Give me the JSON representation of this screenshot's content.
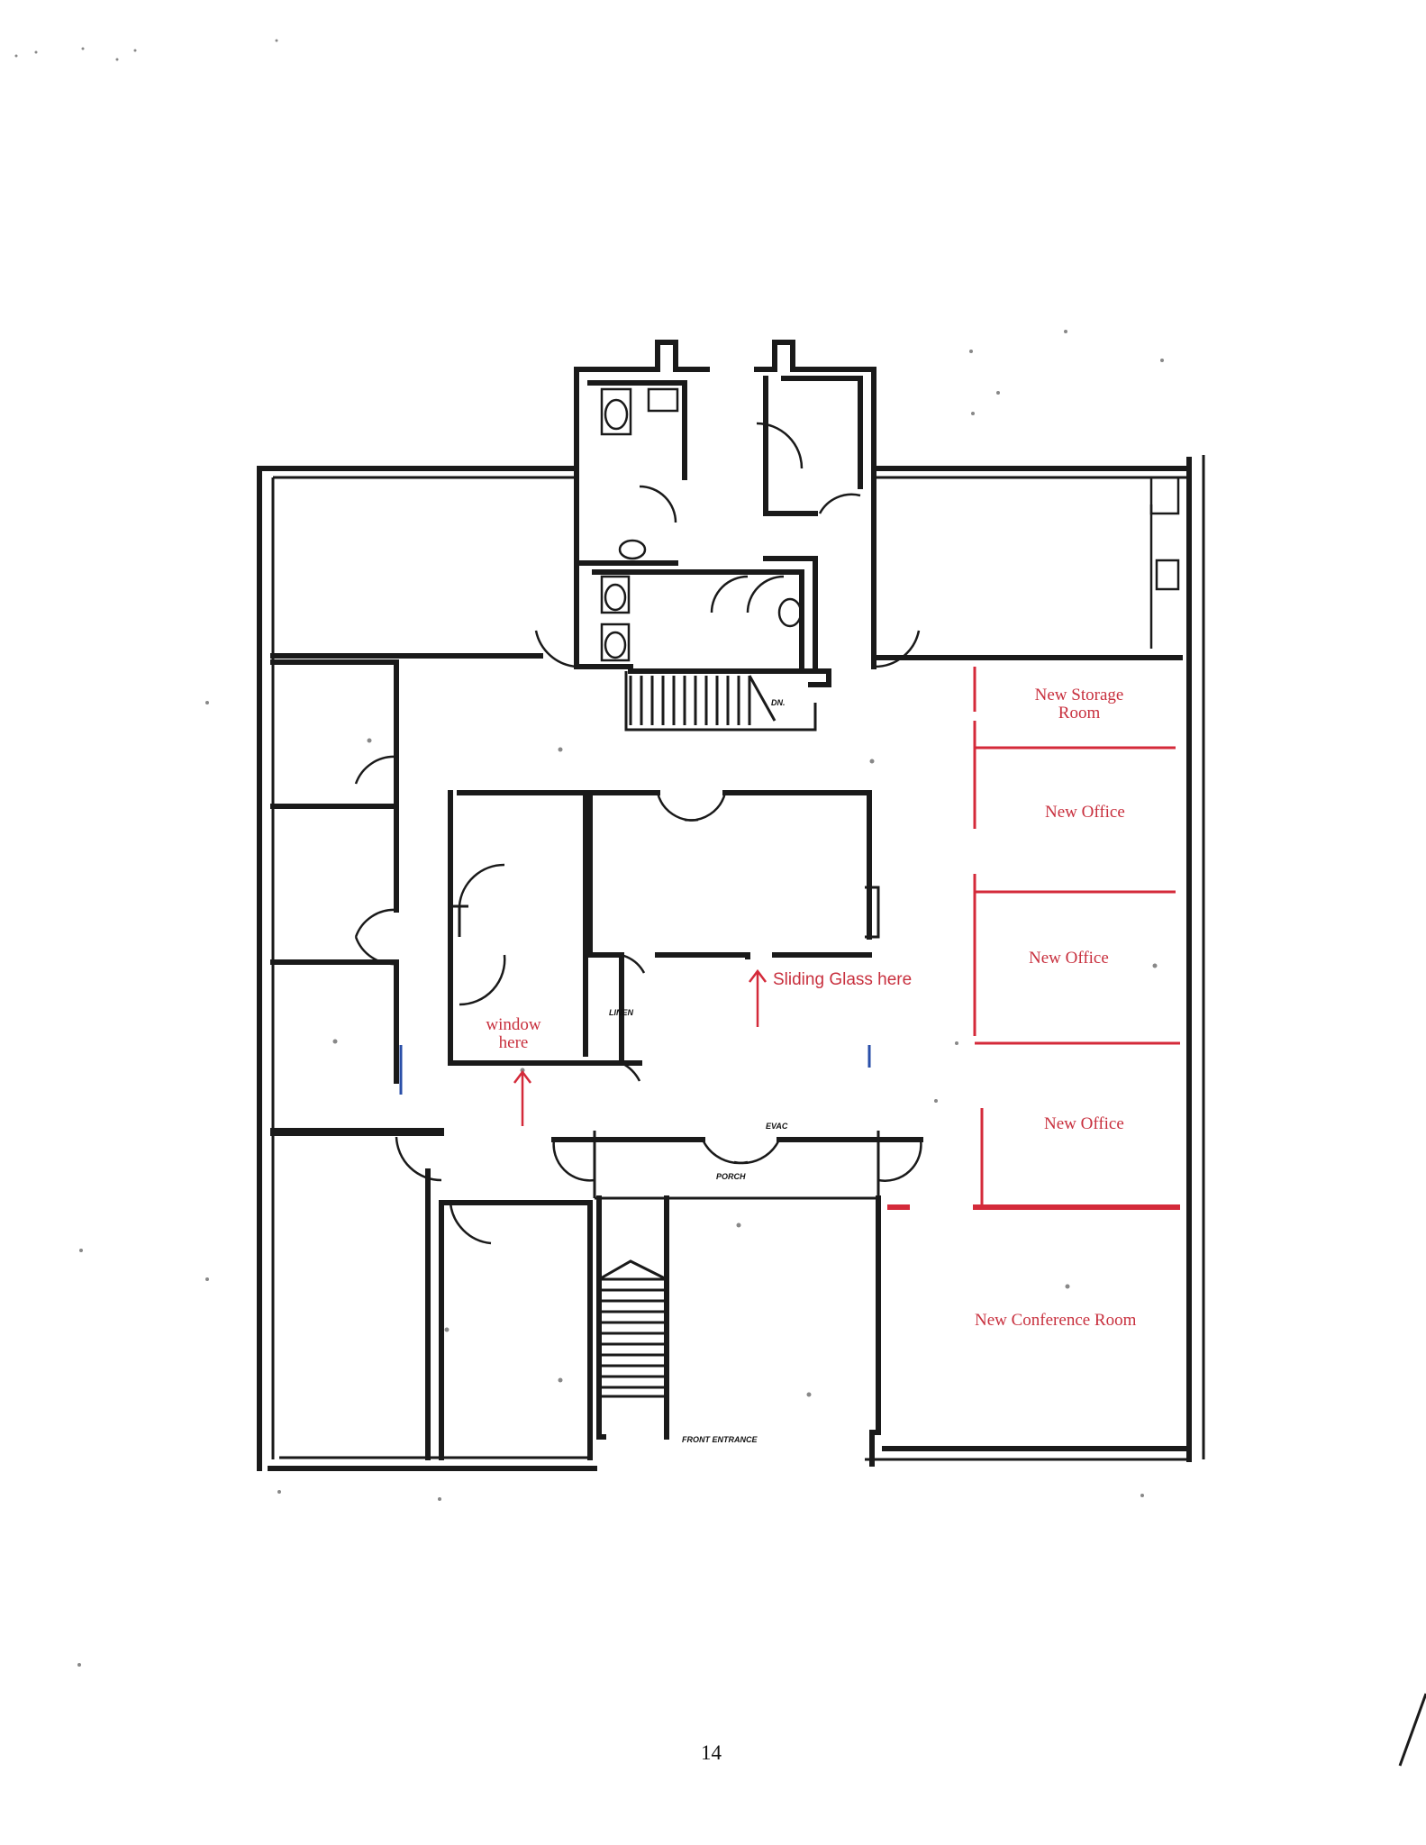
{
  "labels": {
    "storage_line1": "New Storage",
    "storage_line2": "Room",
    "office_1": "New Office",
    "office_2": "New Office",
    "office_3": "New Office",
    "conference": "New Conference Room",
    "sliding_glass": "Sliding Glass here",
    "window_line1": "window",
    "window_line2": "here",
    "stair_tag": "DN.",
    "closet_tag": "LINEN",
    "porch_tag": "PORCH",
    "porch_right_tag": "EVAC",
    "front_entrance": "FRONT ENTRANCE"
  },
  "page_number": "14",
  "colors": {
    "wall": "#1a1a1a",
    "markup_red": "#d42a3a",
    "markup_blue": "#2a4fa8",
    "paper": "#ffffff"
  }
}
